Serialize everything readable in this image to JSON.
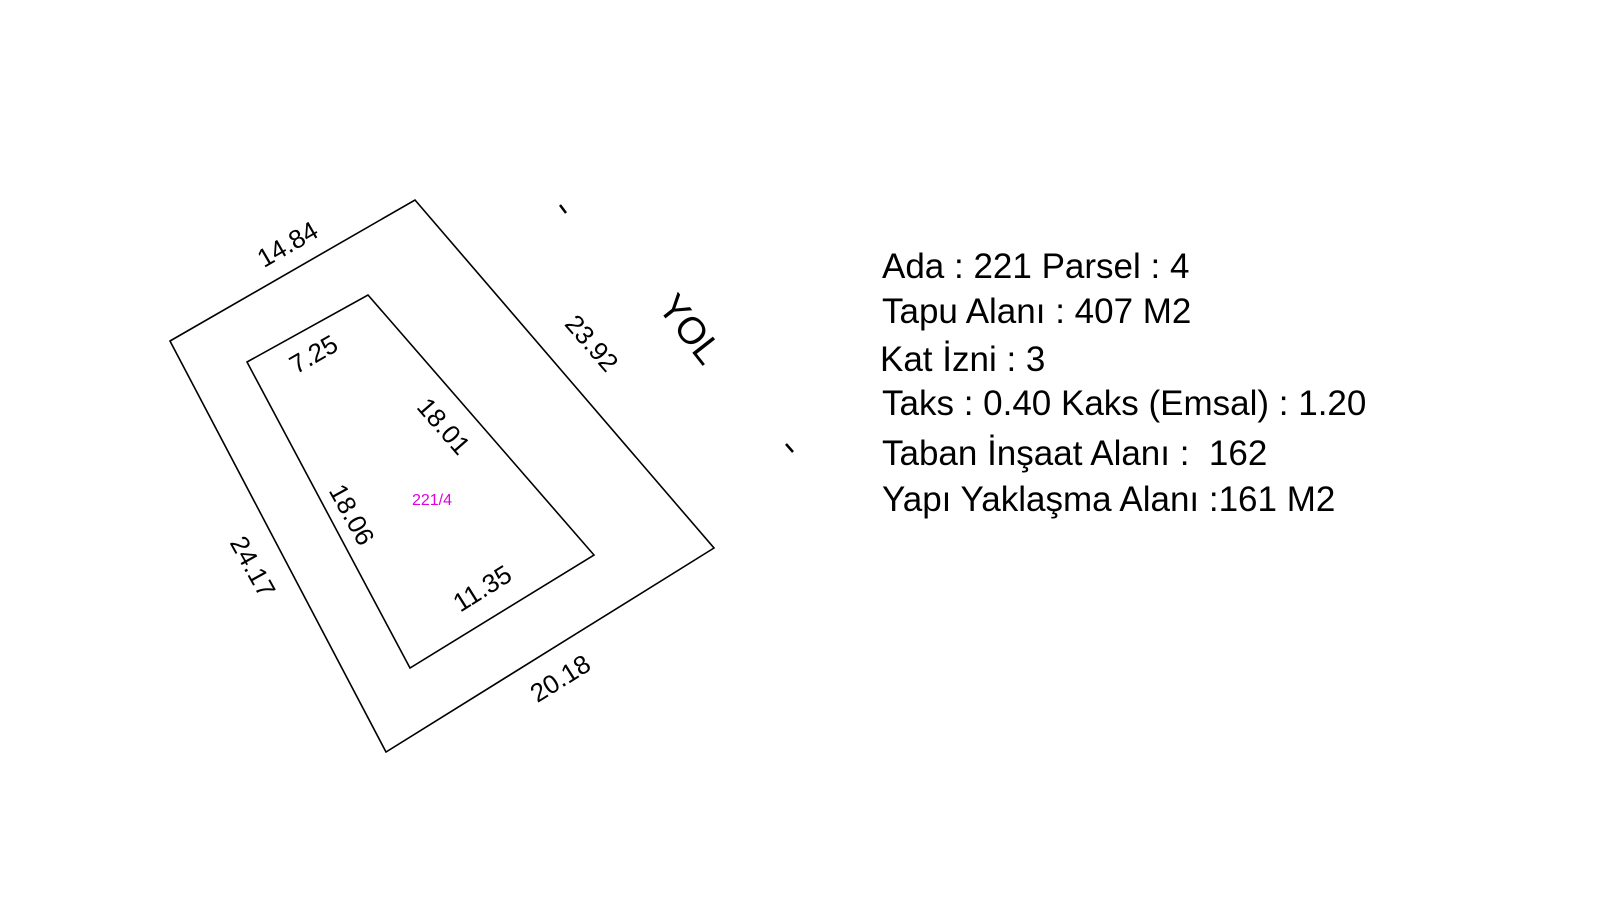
{
  "colors": {
    "line": "#000000",
    "parcel_label": "#e000e0"
  },
  "plan": {
    "road_label": "YOL",
    "parcel_label": "221/4",
    "outer_dimensions": {
      "top": "14.84",
      "right": "23.92",
      "bottom": "20.18",
      "left": "24.17"
    },
    "inner_dimensions": {
      "top": "7.25",
      "right": "18.01",
      "bottom": "11.35",
      "left": "18.06"
    }
  },
  "info": {
    "line1": "Ada : 221 Parsel : 4",
    "line2": "Tapu Alanı : 407 M2",
    "line3": "Kat İzni : 3",
    "line4": "Taks : 0.40 Kaks (Emsal) : 1.20",
    "line5": "Taban İnşaat Alanı :  162",
    "line6": "Yapı Yaklaşma Alanı :161 M2"
  }
}
